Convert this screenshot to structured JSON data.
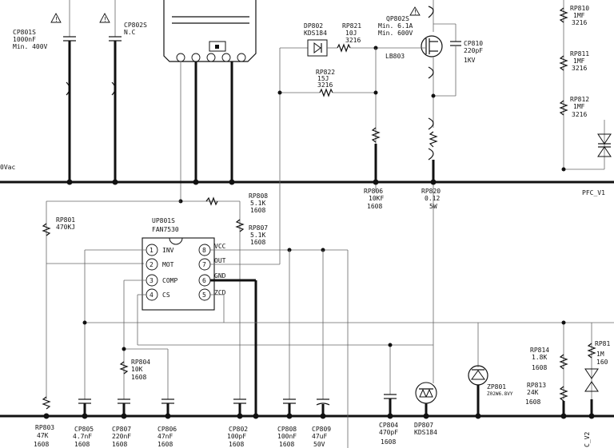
{
  "net_labels": {
    "vac": "0Vac",
    "pfc": "PFC_V1",
    "pfc_vert": "C_V2"
  },
  "ic": {
    "ref": "UP801S",
    "part": "FAN7530",
    "pins": [
      {
        "num": "1",
        "name": "INV"
      },
      {
        "num": "2",
        "name": "MOT"
      },
      {
        "num": "3",
        "name": "COMP"
      },
      {
        "num": "4",
        "name": "CS"
      },
      {
        "num": "8",
        "name": "VCC"
      },
      {
        "num": "7",
        "name": "OUT"
      },
      {
        "num": "6",
        "name": "GND"
      },
      {
        "num": "5",
        "name": "ZCD"
      }
    ]
  },
  "components": {
    "cp801s": [
      "CP801S",
      "1000nF",
      "Min. 400V"
    ],
    "cp802s": [
      "CP802S",
      "N.C"
    ],
    "dp802": [
      "DP802",
      "KDS184"
    ],
    "rp821": [
      "RP821",
      "10J",
      "3216"
    ],
    "qp802s": [
      "QP802S",
      "Min. 6.1A",
      "Min. 600V"
    ],
    "lb803": [
      "LB803"
    ],
    "cp810": [
      "CP810",
      "220pF",
      "1KV"
    ],
    "rp810": [
      "RP810",
      "1MF",
      "3216"
    ],
    "rp811": [
      "RP811",
      "1MF",
      "3216"
    ],
    "rp812": [
      "RP812",
      "1MF",
      "3216"
    ],
    "rp822": [
      "RP822",
      "15J",
      "3216"
    ],
    "rp806": [
      "RP806",
      "10KF",
      "1608"
    ],
    "rp820": [
      "RP820",
      "0.12",
      "5W"
    ],
    "rp808": [
      "RP808",
      "5.1K",
      "1608"
    ],
    "rp807": [
      "RP807",
      "5.1K",
      "1608"
    ],
    "rp801": [
      "RP801",
      "470KJ"
    ],
    "rp804": [
      "RP804",
      "10K",
      "1608"
    ],
    "rp814": [
      "RP814",
      "1.8K",
      "1608"
    ],
    "rp813": [
      "RP813",
      "24K",
      "1608"
    ],
    "rp81x": [
      "RP81",
      "1M",
      "160"
    ],
    "zp801": [
      "ZP801",
      "Z02W6.8VY"
    ],
    "rp803": [
      "RP803",
      "47K",
      "1608"
    ],
    "cp805": [
      "CP805",
      "4.7nF",
      "1608"
    ],
    "cp807": [
      "CP807",
      "220nF",
      "1608"
    ],
    "cp806": [
      "CP806",
      "47nF",
      "1608"
    ],
    "cp802": [
      "CP802",
      "100pF",
      "1608"
    ],
    "cp808": [
      "CP808",
      "100nF",
      "1608"
    ],
    "cp809": [
      "CP809",
      "47uF",
      "50V"
    ],
    "cp804": [
      "CP804",
      "470pF",
      "1608"
    ],
    "dp807": [
      "DP807",
      "KDS184"
    ]
  },
  "warning_symbol": "!"
}
